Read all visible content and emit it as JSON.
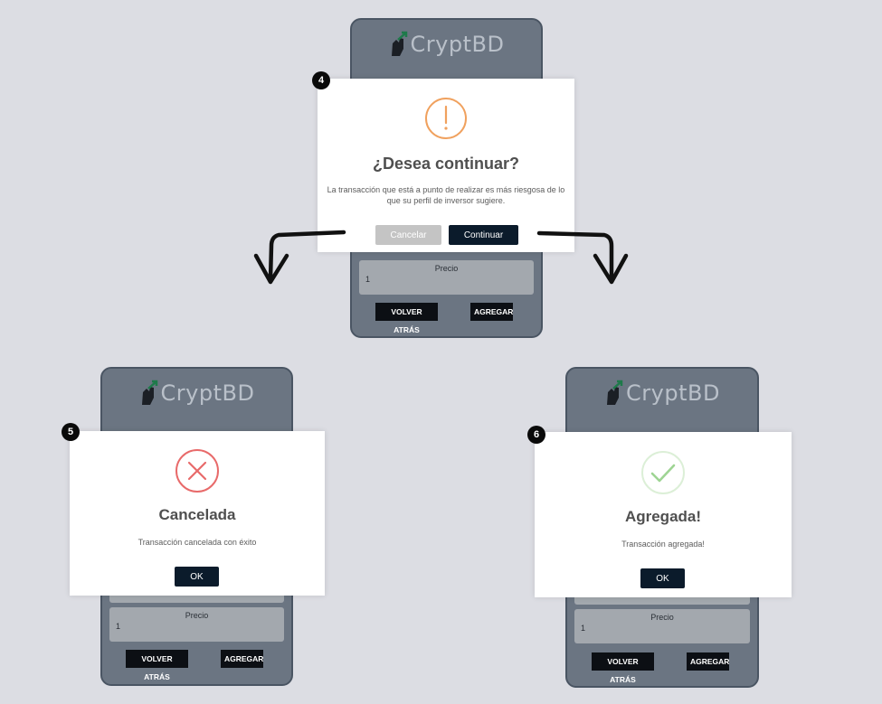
{
  "brand": {
    "name": "CryptBD"
  },
  "form": {
    "price_label": "Precio",
    "price_value": "1",
    "back_button": "VOLVER ATRÁS",
    "add_button": "AGREGAR"
  },
  "steps": [
    "4",
    "5",
    "6"
  ],
  "confirm_dialog": {
    "icon": "warning-icon",
    "title": "¿Desea continuar?",
    "message": "La transacción que está a punto de realizar es más riesgosa de lo que su perfil de inversor sugiere.",
    "cancel_button": "Cancelar",
    "continue_button": "Continuar"
  },
  "cancelled_dialog": {
    "icon": "close-icon",
    "title": "Cancelada",
    "message": "Transacción cancelada con éxito",
    "ok_button": "OK"
  },
  "added_dialog": {
    "icon": "check-icon",
    "title": "Agregada!",
    "message": "Transacción agregada!",
    "ok_button": "OK"
  },
  "colors": {
    "background": "#dcdde3",
    "phone": "#6b7582",
    "dark_button": "#0b1b2b",
    "cancel_button": "#c4c4c4",
    "warning": "#f0a15e",
    "error": "#e86a6a",
    "success": "#9ed493"
  }
}
